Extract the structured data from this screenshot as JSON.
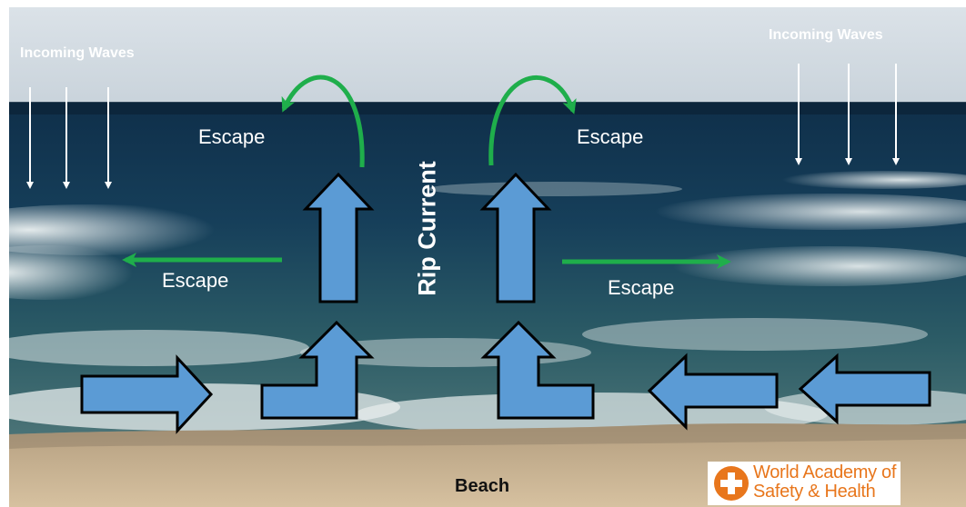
{
  "labels": {
    "incoming_waves_left": "Incoming Waves",
    "incoming_waves_right": "Incoming Waves",
    "escape_top_left": "Escape",
    "escape_top_right": "Escape",
    "escape_mid_left": "Escape",
    "escape_mid_right": "Escape",
    "rip_current": "Rip Current",
    "beach": "Beach"
  },
  "logo": {
    "line1": "World Academy of",
    "line2": "Safety & Health",
    "icon": "plus-circle-icon"
  },
  "colors": {
    "current_arrow_fill": "#5b9bd5",
    "current_arrow_stroke": "#000000",
    "escape_arrow": "#1fae4b",
    "wave_arrow": "#ffffff",
    "logo": "#e8761c"
  },
  "icons": {
    "wave_arrow": "down-arrow-icon",
    "escape_arrow": "escape-arrow-icon",
    "current_arrow": "block-arrow-icon"
  }
}
